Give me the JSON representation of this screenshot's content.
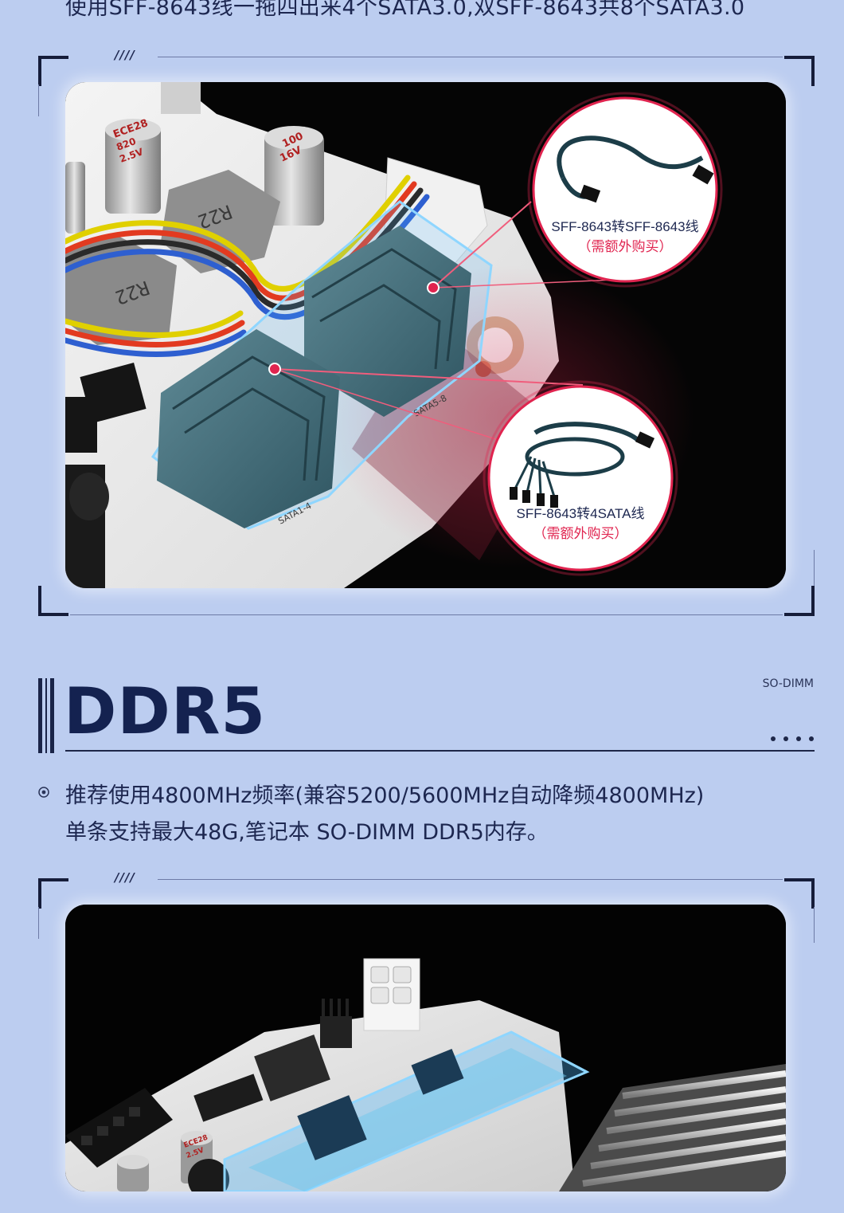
{
  "top_caption": "使用SFF-8643线一拖四出来4个SATA3.0,双SFF-8643共8个SATA3.0",
  "panel_tag": "////",
  "panel1": {
    "board_labels": {
      "cap1": "ECE28",
      "cap1b": "820",
      "cap1c": "2.5V",
      "cap2": "100",
      "cap2b": "16V",
      "inductor1": "R22",
      "inductor2": "R22",
      "sata_a": "SATA1-4",
      "sata_b": "SATA5-8"
    },
    "callout1": {
      "title": "SFF-8643转SFF-8643线",
      "note": "（需额外购买）"
    },
    "callout2": {
      "title": "SFF-8643转4SATA线",
      "note": "（需额外购买）"
    }
  },
  "section": {
    "title": "DDR5",
    "subtitle": "SO-DIMM",
    "desc_line1": "推荐使用4800MHz频率(兼容5200/5600MHz自动降频4800MHz)",
    "desc_line2": "单条支持最大48G,笔记本 SO-DIMM DDR5内存。"
  },
  "panel2": {
    "board_labels": {
      "cap": "ECE28",
      "capb": "2.5V"
    }
  },
  "colors": {
    "background": "#bccdf0",
    "accent": "#e0244f",
    "highlight": "#4fb9ff",
    "frame": "#161d3a"
  }
}
